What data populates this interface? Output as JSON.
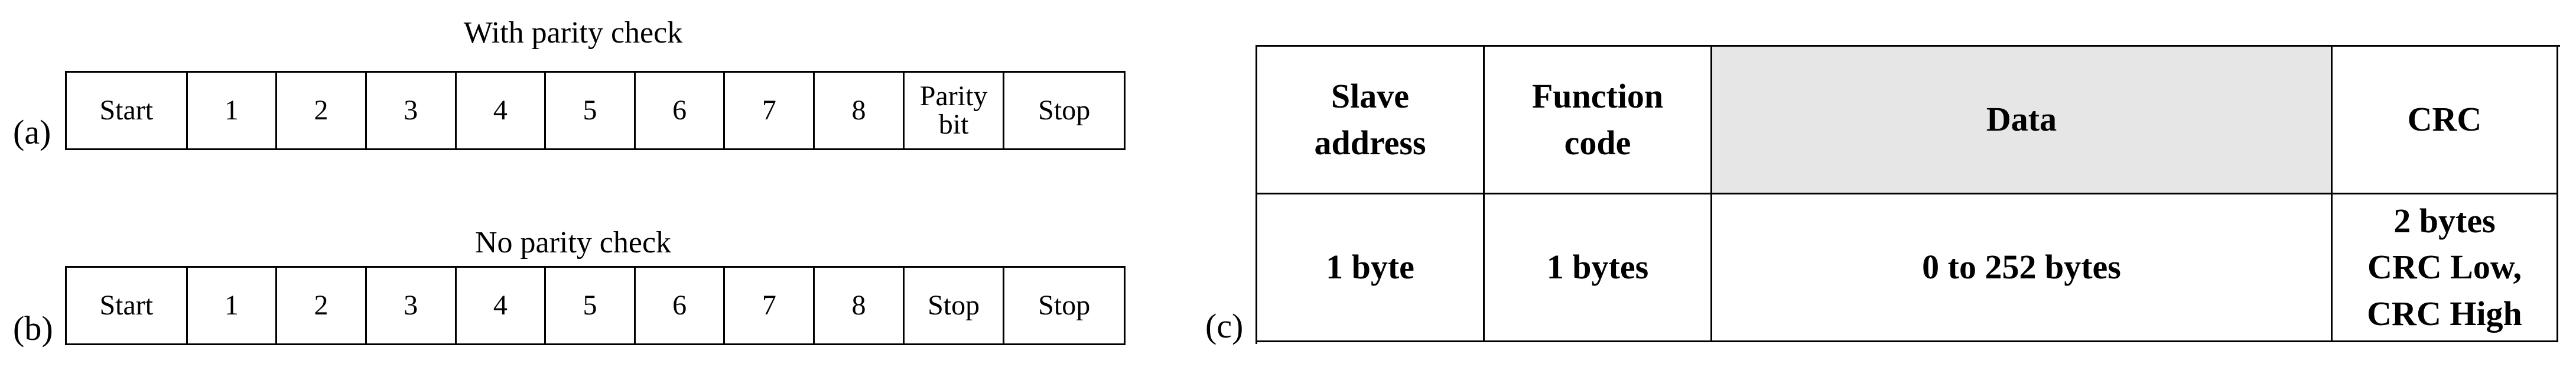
{
  "panel_a": {
    "label": "(a)",
    "title": "With parity check",
    "fields": [
      "Start",
      "1",
      "2",
      "3",
      "4",
      "5",
      "6",
      "7",
      "8",
      "Parity\nbit",
      "Stop"
    ]
  },
  "panel_b": {
    "label": "(b)",
    "title": "No parity check",
    "fields": [
      "Start",
      "1",
      "2",
      "3",
      "4",
      "5",
      "6",
      "7",
      "8",
      "Stop",
      "Stop"
    ]
  },
  "panel_c": {
    "label": "(c)",
    "headers": [
      "Slave\naddress",
      "Function\ncode",
      "Data",
      "CRC"
    ],
    "values": [
      "1 byte",
      "1 bytes",
      "0 to 252 bytes",
      "2 bytes\nCRC Low,\nCRC High"
    ],
    "shaded_header": "Data",
    "shade_color": "#e6e6e6"
  }
}
